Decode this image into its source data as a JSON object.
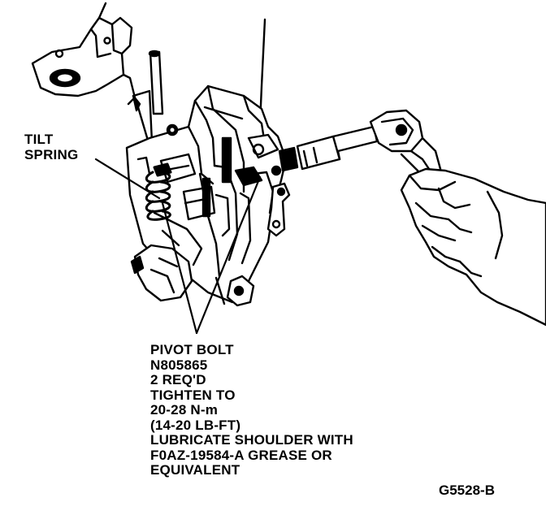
{
  "diagram": {
    "callouts": {
      "tilt_spring": {
        "lines": [
          "TILT",
          "SPRING"
        ]
      },
      "pivot_bolt": {
        "lines": [
          "PIVOT BOLT",
          "N805865",
          "2 REQ'D",
          "TIGHTEN TO",
          "20-28 N-m",
          "(14-20 LB-FT)",
          "LUBRICATE SHOULDER WITH",
          "F0AZ-19584-A GREASE OR",
          "EQUIVALENT"
        ]
      }
    },
    "figure_code": "G5528-B",
    "ink_color": "#000000",
    "paper_color": "#ffffff"
  }
}
